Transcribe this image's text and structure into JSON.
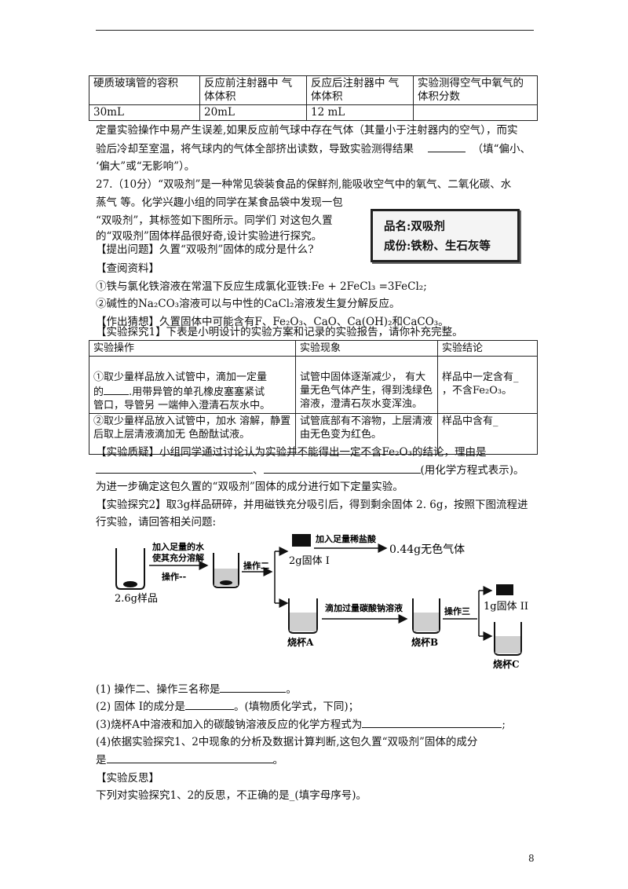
{
  "table1": {
    "headers": [
      "硬质玻璃管的容积",
      "反应前注射器中 气体体积",
      "反应后注射器中 气体体积",
      "实验测得空气中氧气的体积分数"
    ],
    "values": [
      "30mL",
      "20mL",
      "12 mL",
      ""
    ]
  },
  "intro": {
    "line1": "定量实验操作中易产生误差,如果反应前气球中存在气体（其量小于注射器内的空气），而实",
    "line2a": "验后冷却至室温，将气球内的气体全部挤出读数，导致实验测得结果",
    "line2b": "（填“偏小、",
    "line3": "‘偏大”或“无影响”）。"
  },
  "q27": {
    "line1": "27.（10分）“双吸剂”是一种常见袋装食品的保鲜剂,能吸收空气中的氧气、二氧化碳、水",
    "line2": "蒸气 等。化学兴趣小组的同学在某食品袋中发现一包",
    "line3": "“双吸剂”，其标签如下图所示。同学们  对这包久置",
    "line4": "的“双吸剂”固体样品很好奇,设计实验进行探究。",
    "ask": "【提出问题】久置“双吸剂”固体的成分是什么?",
    "consult": "【查阅资料】",
    "info1": "①铁与氯化铁溶液在常温下反应生成氯化亚铁:Fe + 2FeCl₃ =3FeCl₂;",
    "info2": "②碱性的Na₂CO₃溶液可以与中性的CaCl₂溶液发生复分解反应。",
    "guess": "【作出猜想】久置固体中可能含有F、Fe₂O₃、CaO、Ca(OH)₂和CaCO₃。",
    "explore1": "【实验探究1】下表是小明设计的实验方案和记录的实验报告，请你补充完整。"
  },
  "label_card": {
    "name": "品名:双吸剂",
    "ingredients": "成份:铁粉、生石灰等"
  },
  "table2": {
    "headers": [
      "实验操作",
      "实验现象",
      "实验结论"
    ],
    "rows": [
      {
        "op1": "①取少量样品放入试管中，滴加一定量",
        "op2a": "的",
        "op2b": ".用带异管的单孔橡皮塞塞紧试",
        "op3": "管口，导管另 一端伸入澄清石灰水中。",
        "ph": "试管中固体逐渐减少， 有大量无色气体产生，得到浅绿色溶液，澄清石灰水变浑浊。",
        "c1": "样品中一定含有_",
        "c2": "，不含Fe₂O₃。"
      },
      {
        "op": "②取少量样品放入试管中，加水 溶解，静置后取上层清液滴加无 色酚酞试液。",
        "ph": "试管底部有不溶物，上层清液由无色变为红色。",
        "c1": "样品中含有_"
      }
    ]
  },
  "doubt": {
    "line1": "【实验质疑】小组同学通过讨论认为实验并不能得出一定不含Fe₂O₃的结论，理由是",
    "sep": "、",
    "tail": "(用化学方程式表示)。",
    "line3": "为进一步确定这包久置的“双吸剂”固体的成分进行如下定量实验。"
  },
  "explore2": {
    "line1": "【实验探究2】取3g样品研碎，并用磁铁充分吸引后，得到剩余固体 2. 6g，按照下图流程进",
    "line2": "行实验，请回答相关问题:"
  },
  "flow": {
    "add_water_1": "加入足量的水",
    "add_water_2": "使其充分溶解",
    "op1": "操作--",
    "sample": "2.6g样品",
    "op2": "操作二",
    "add_acid": "加入足量稀盐酸",
    "gas": "0.44g无色气体",
    "solid1": "2g固体 I",
    "add_carbonate": "滴加过量碳酸钠溶液",
    "beakerA": "烧杯A",
    "beakerB": "烧杯B",
    "op3": "操作三",
    "solid2": "1g固体 II",
    "beakerC": "烧杯C"
  },
  "questions": {
    "q1a": "(1) 操作二、操作三名称是",
    "q1b": "。",
    "q2a": "(2) 固体 I的成分是",
    "q2b": "。(填物质化学式，下同)；",
    "q3a": "(3)烧杯A中溶液和加入的碳酸钠溶液反应的化学方程式为",
    "q3b": ";",
    "q4a": "(4)依据实验探究1、2中现象的分析及数据计算判断,这包久置“双吸剂”固体的成分",
    "q4b": "是",
    "q4c": "。",
    "reflect": "【实验反思】",
    "reflect_q": "下列对实验探究1、2的反思，不正确的是_(填字母序号)。"
  },
  "page_number": "8"
}
